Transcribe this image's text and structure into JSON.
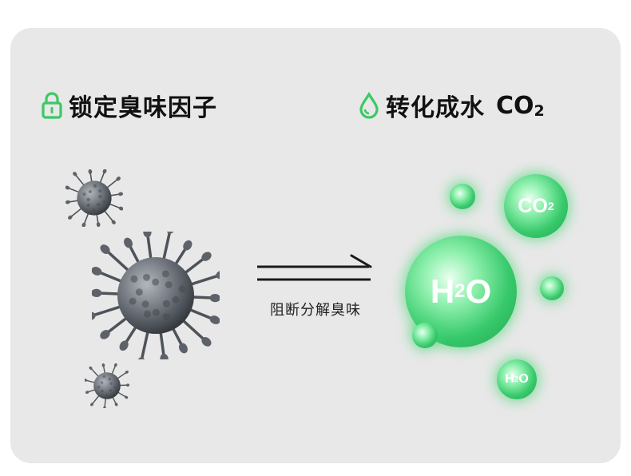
{
  "left_title": {
    "icon": "lock-icon",
    "text": "锁定臭味因子"
  },
  "right_title": {
    "icon": "water-drop-icon",
    "text": "转化成水",
    "formula_main": "CO",
    "formula_sub": "2"
  },
  "arrow_label": "阻断分解臭味",
  "molecules": {
    "big": {
      "main": "H",
      "sub": "2",
      "tail": "O"
    },
    "co2": {
      "main": "CO",
      "sub": "2"
    },
    "small": {
      "main": "H",
      "sub": "2",
      "tail": "O"
    }
  },
  "colors": {
    "accent_green": "#3cc864",
    "text_dark": "#111111",
    "card_bg": "#e8e8e8",
    "virus_gray": "#6b7078"
  }
}
